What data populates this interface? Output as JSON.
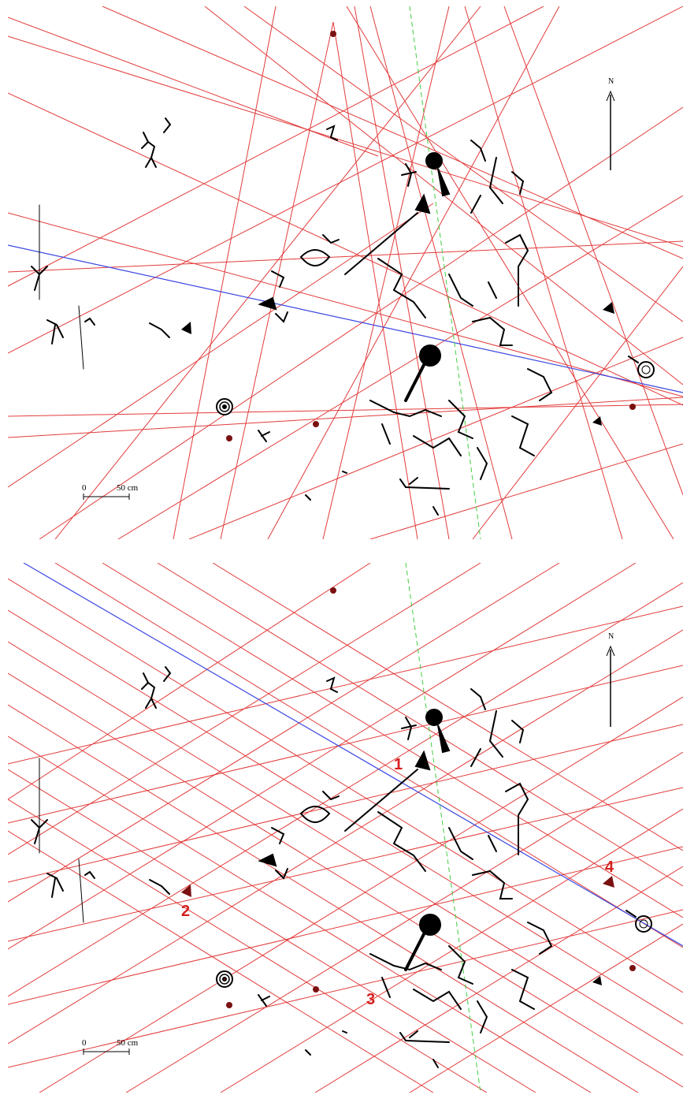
{
  "panels": [
    {
      "id": "top",
      "north_label": "N",
      "scale_label_zero": "0",
      "scale_label_len": "50 cm"
    },
    {
      "id": "bottom",
      "north_label": "N",
      "scale_label_zero": "0",
      "scale_label_len": "50 cm",
      "markers": [
        {
          "label": "1"
        },
        {
          "label": "2"
        },
        {
          "label": "3"
        },
        {
          "label": "4"
        }
      ]
    }
  ],
  "colors": {
    "sightline": "#e23b3b",
    "reference_line": "#3b47e2",
    "meridian_dashed": "#3ecf3e",
    "engraving": "#000000",
    "marker_number": "#d42020"
  }
}
